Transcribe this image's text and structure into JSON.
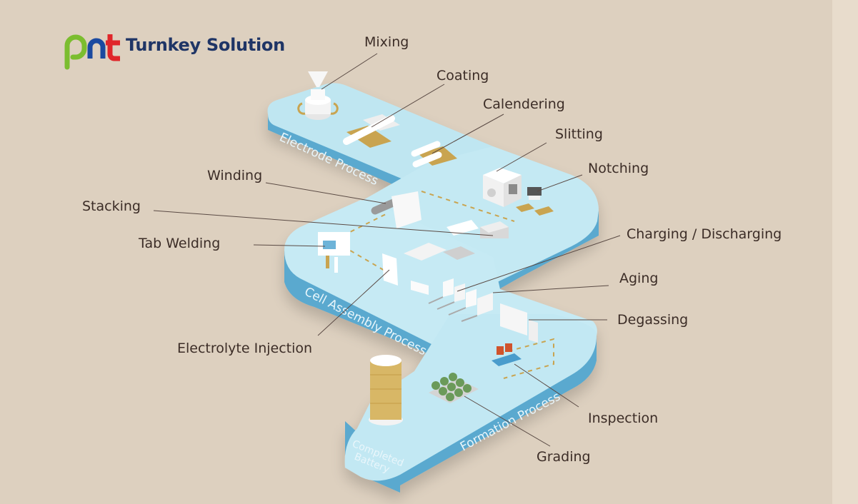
{
  "brand": {
    "logo_letters": [
      "p",
      "n",
      "t"
    ],
    "logo_colors": {
      "p": "#7bbd2f",
      "n": "#1b4aa0",
      "t": "#e0262a"
    },
    "title": "Turnkey Solution",
    "title_color": "#1f3566"
  },
  "colors": {
    "background": "#ddd0bf",
    "platform_top": "#bfe6f1",
    "platform_side": "#5aa9cf",
    "label_text": "#3c2d27",
    "accent_gold": "#c9a450",
    "inspection_screen": "#d0532c"
  },
  "process_sections": [
    {
      "id": "electrode",
      "label": "Electrode Process"
    },
    {
      "id": "cell-assembly",
      "label": "Cell Assembly Process"
    },
    {
      "id": "formation",
      "label": "Formation Process"
    },
    {
      "id": "completed",
      "label_line1": "Completed",
      "label_line2": "Battery"
    }
  ],
  "steps": [
    {
      "id": "mixing",
      "label": "Mixing",
      "section": "electrode"
    },
    {
      "id": "coating",
      "label": "Coating",
      "section": "electrode"
    },
    {
      "id": "calendering",
      "label": "Calendering",
      "section": "electrode"
    },
    {
      "id": "slitting",
      "label": "Slitting",
      "section": "electrode"
    },
    {
      "id": "notching",
      "label": "Notching",
      "section": "electrode"
    },
    {
      "id": "winding",
      "label": "Winding",
      "section": "cell-assembly"
    },
    {
      "id": "stacking",
      "label": "Stacking",
      "section": "cell-assembly"
    },
    {
      "id": "tab-welding",
      "label": "Tab Welding",
      "section": "cell-assembly"
    },
    {
      "id": "electrolyte-injection",
      "label": "Electrolyte Injection",
      "section": "cell-assembly"
    },
    {
      "id": "charging-discharging",
      "label": "Charging / Discharging",
      "section": "formation"
    },
    {
      "id": "aging",
      "label": "Aging",
      "section": "formation"
    },
    {
      "id": "degassing",
      "label": "Degassing",
      "section": "formation"
    },
    {
      "id": "inspection",
      "label": "Inspection",
      "section": "formation"
    },
    {
      "id": "grading",
      "label": "Grading",
      "section": "formation"
    }
  ]
}
